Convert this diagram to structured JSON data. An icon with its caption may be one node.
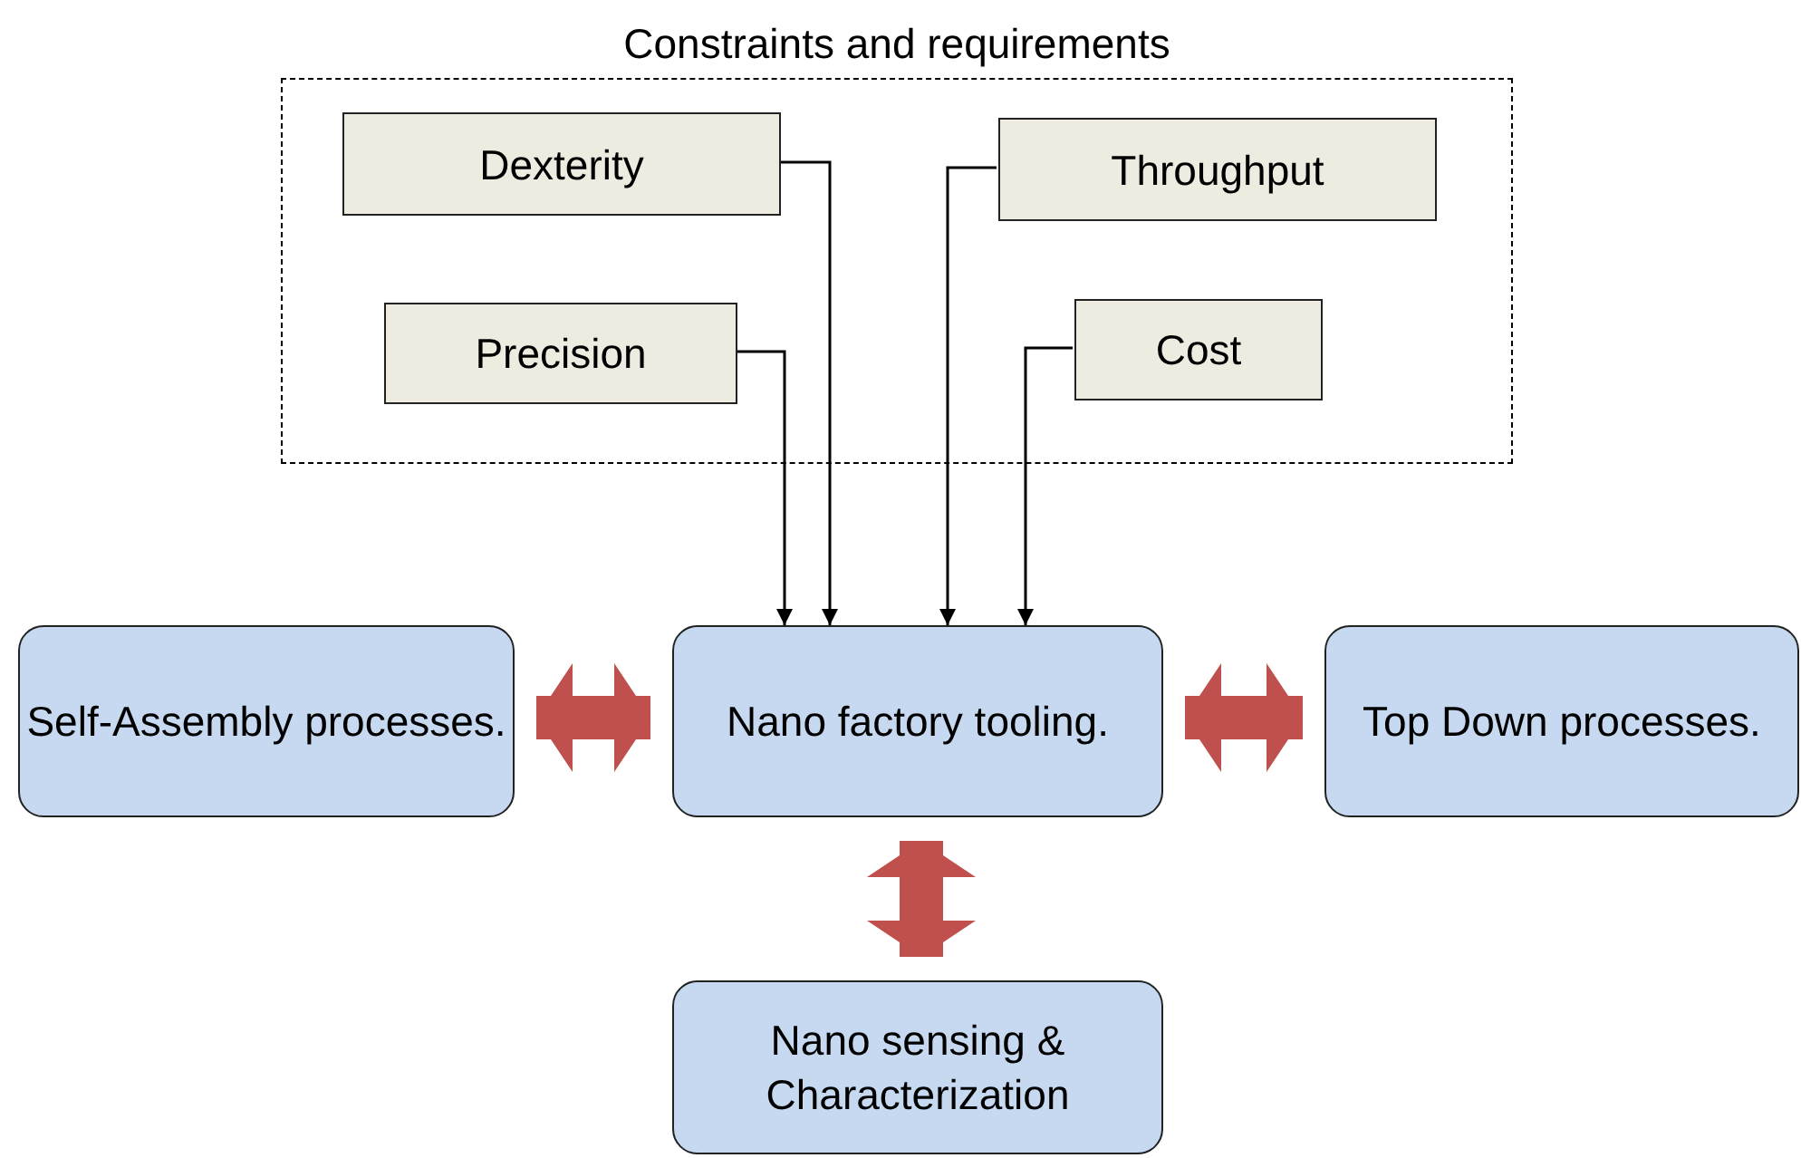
{
  "diagram": {
    "nodes": [
      {
        "text": [
          "Constraints and requirements"
        ]
      },
      {
        "text": [
          "Dexterity"
        ],
        "in": 0
      },
      {
        "text": [
          "Throughput"
        ],
        "in": 0
      },
      {
        "text": [
          "Precision"
        ],
        "in": 0
      },
      {
        "text": [
          "Cost"
        ],
        "in": 0
      },
      {
        "text": [
          "Self-Assembly processes."
        ]
      },
      {
        "text": [
          "Nano factory tooling."
        ]
      },
      {
        "text": [
          "Top Down processes."
        ]
      },
      {
        "text": [
          "Nano sensing & Characterization"
        ]
      }
    ],
    "edges": [
      {
        "from": 1,
        "to": 6,
        "arrow": "to"
      },
      {
        "from": 3,
        "to": 6,
        "arrow": "to"
      },
      {
        "from": 2,
        "to": 6,
        "arrow": "to"
      },
      {
        "from": 4,
        "to": 6,
        "arrow": "to"
      },
      {
        "from": 5,
        "to": 6,
        "arrow": "both",
        "style": "thick",
        "color": "#c0504d"
      },
      {
        "from": 6,
        "to": 7,
        "arrow": "both",
        "style": "thick",
        "color": "#c0504d"
      },
      {
        "from": 6,
        "to": 8,
        "arrow": "both",
        "style": "thick",
        "color": "#c0504d"
      }
    ]
  }
}
